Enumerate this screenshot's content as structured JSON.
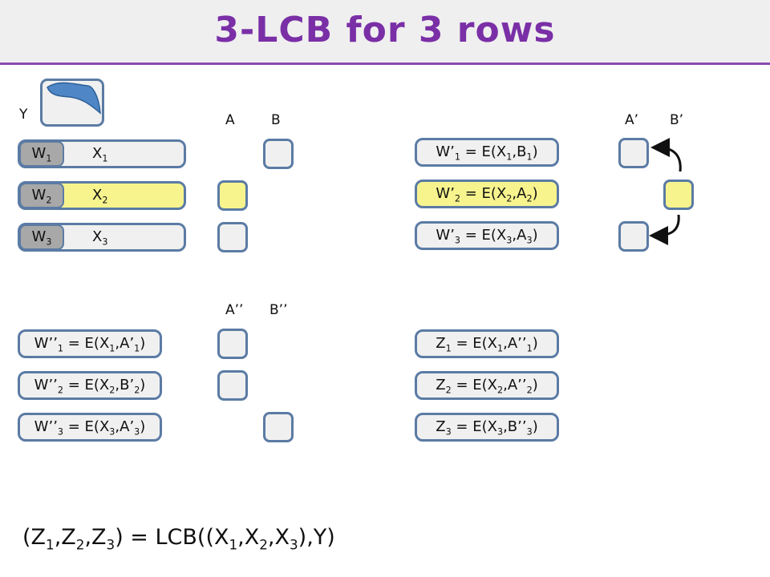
{
  "title": "3-LCB for 3 rows",
  "labels": {
    "y": "Y",
    "a": "A",
    "b": "B",
    "a1": "A’",
    "b1": "B’",
    "a2": "A’’",
    "b2": "B’’"
  },
  "rows_x": [
    {
      "w": "W",
      "w_sub": "1",
      "x": "X",
      "x_sub": "1"
    },
    {
      "w": "W",
      "w_sub": "2",
      "x": "X",
      "x_sub": "2"
    },
    {
      "w": "W",
      "w_sub": "3",
      "x": "X",
      "x_sub": "3"
    }
  ],
  "rows_wprime": [
    {
      "pre": "W’",
      "sub": "1",
      "mid": " = E(X",
      "sub2": "1",
      "mid2": ",B",
      "sub3": "1",
      "end": ")"
    },
    {
      "pre": "W’",
      "sub": "2",
      "mid": " = E(X",
      "sub2": "2",
      "mid2": ",A",
      "sub3": "2",
      "end": ")"
    },
    {
      "pre": "W’",
      "sub": "3",
      "mid": " = E(X",
      "sub2": "3",
      "mid2": ",A",
      "sub3": "3",
      "end": ")"
    }
  ],
  "rows_w2prime": [
    {
      "pre": "W’’",
      "sub": "1",
      "mid": " = E(X",
      "sub2": "1",
      "mid2": ",A’",
      "sub3": "1",
      "end": ")"
    },
    {
      "pre": "W’’",
      "sub": "2",
      "mid": " = E(X",
      "sub2": "2",
      "mid2": ",B’",
      "sub3": "2",
      "end": ")"
    },
    {
      "pre": "W’’",
      "sub": "3",
      "mid": " = E(X",
      "sub2": "3",
      "mid2": ",A’",
      "sub3": "3",
      "end": ")"
    }
  ],
  "rows_z": [
    {
      "pre": "Z",
      "sub": "1",
      "mid": " = E(X",
      "sub2": "1",
      "mid2": ",A’’",
      "sub3": "1",
      "end": ")"
    },
    {
      "pre": "Z",
      "sub": "2",
      "mid": " = E(X",
      "sub2": "2",
      "mid2": ",A’’",
      "sub3": "2",
      "end": ")"
    },
    {
      "pre": "Z",
      "sub": "3",
      "mid": " = E(X",
      "sub2": "3",
      "mid2": ",B’’",
      "sub3": "3",
      "end": ")"
    }
  ],
  "formula": {
    "p1": "(Z",
    "s1": "1",
    "p2": ",Z",
    "s2": "2",
    "p3": ",Z",
    "s3": "3",
    "p4": ") = LCB((X",
    "s4": "1",
    "p5": ",X",
    "s5": "2",
    "p6": ",X",
    "s6": "3",
    "p7": "),Y)"
  },
  "colors": {
    "accent": "#7a2fa6",
    "border": "#5b7ba4",
    "highlight": "#f7f48e",
    "tag": "#a8a8a8",
    "shape": "#4f86c6"
  }
}
